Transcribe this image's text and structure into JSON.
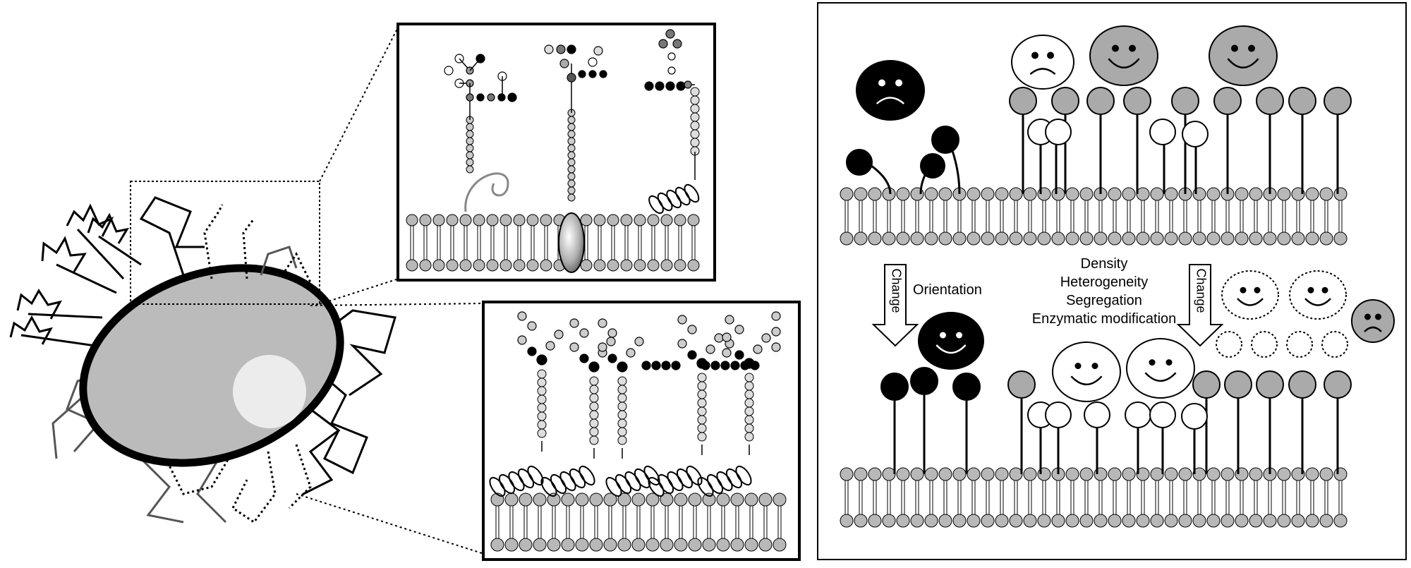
{
  "labels": {
    "change_left": "Change",
    "orientation": "Orientation",
    "density": "Density",
    "heterogeneity": "Heterogeneity",
    "segregation": "Segregation",
    "enzymatic": "Enzymatic modification",
    "change_right": "Change"
  },
  "colors": {
    "cell_body": "#bbbbbb",
    "nucleus": "#ececec",
    "lipid_head": "#b8b8b8",
    "glycan_black": "#000000",
    "glycan_gray": "#a8a8a8"
  }
}
